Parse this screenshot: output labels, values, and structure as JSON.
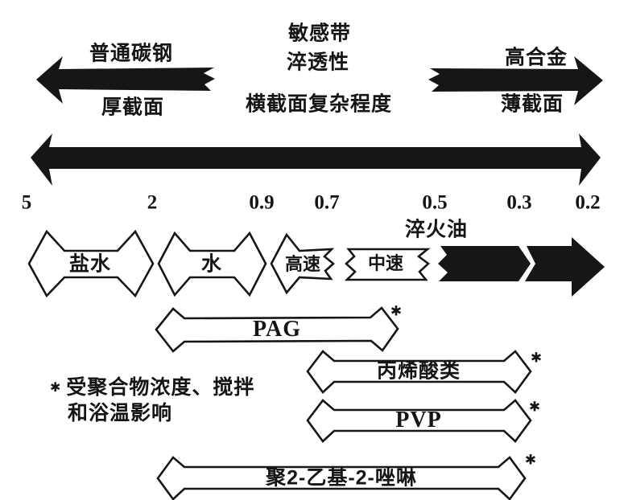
{
  "figure": {
    "top": {
      "left_arrow": {
        "label_above": "普通碳钢",
        "label_below": "厚截面"
      },
      "center_labels": [
        "敏感带",
        "淬透性",
        "横截面复杂程度"
      ],
      "right_arrow": {
        "label_above": "高合金",
        "label_below": "薄截面"
      }
    },
    "scale": {
      "ticks": [
        "5",
        "2",
        "0.9",
        "0.7",
        "0.5",
        "0.3",
        "0.2"
      ]
    },
    "media_row": {
      "quench_oil_label": "淬火油",
      "segments": [
        {
          "label": "盐水"
        },
        {
          "label": "水"
        },
        {
          "label": "高速"
        },
        {
          "label": "中速"
        }
      ]
    },
    "polymer_rows": [
      {
        "label": "PAG",
        "asterisk": "✱"
      },
      {
        "label": "丙烯酸类",
        "asterisk": "✱"
      },
      {
        "label": "PVP",
        "asterisk": "✱"
      },
      {
        "label": "聚2-乙基-2-唑啉",
        "asterisk": "✱"
      }
    ],
    "footnote": {
      "marker": "✱",
      "line1": "受聚合物浓度、搅拌",
      "line2": "和浴温影响"
    },
    "colors": {
      "ink": "#161616",
      "background": "#ffffff"
    }
  }
}
